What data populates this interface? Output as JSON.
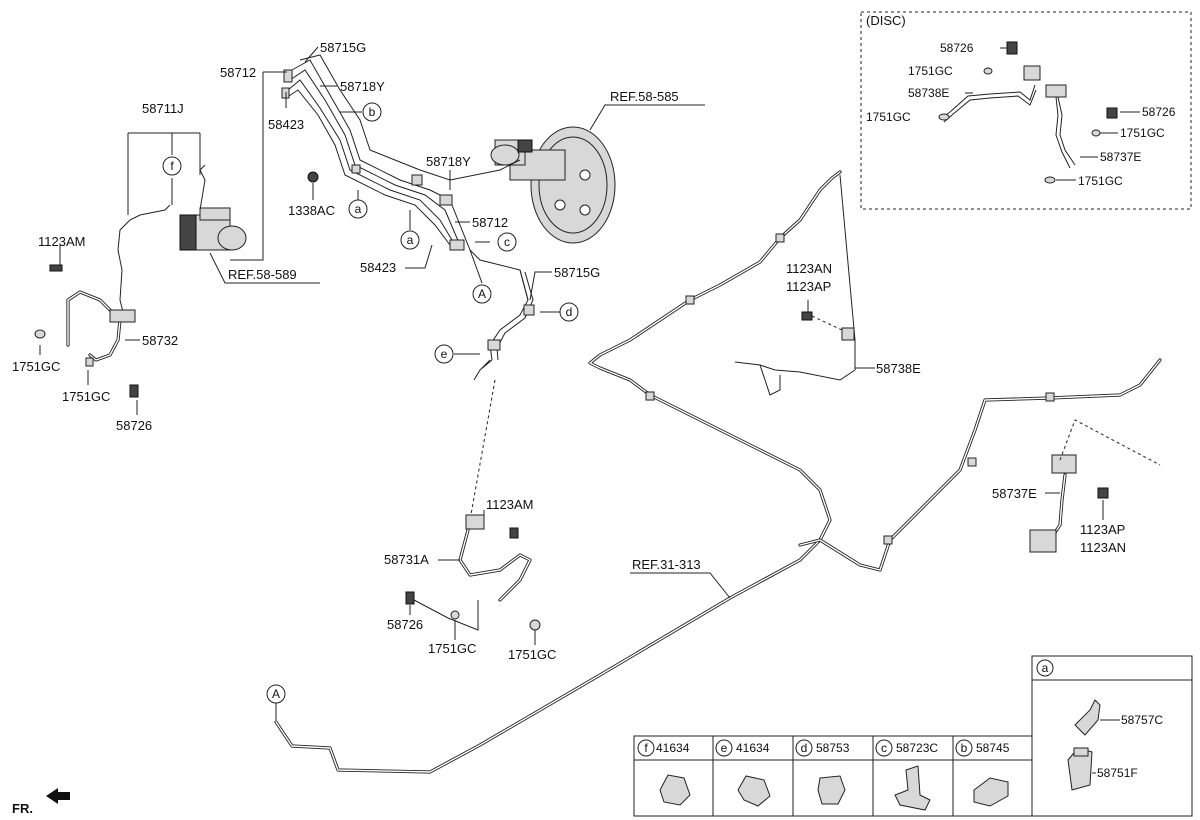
{
  "labels": {
    "p58715G_top": "58715G",
    "p58712_top": "58712",
    "p58718Y_top": "58718Y",
    "p58423_top": "58423",
    "p58711J": "58711J",
    "ref58585": "REF.58-585",
    "p58718Y_mid": "58718Y",
    "p1338AC": "1338AC",
    "p58712_mid": "58712",
    "p1123AM_left": "1123AM",
    "ref58589": "REF.58-589",
    "p58423_mid": "58423",
    "p58715G_mid": "58715G",
    "p58732": "58732",
    "p1751GC_l1": "1751GC",
    "p1751GC_l2": "1751GC",
    "p58726_left": "58726",
    "p1123AN_mid": "1123AN",
    "p1123AP_mid": "1123AP",
    "p58738E_mid": "58738E",
    "p1123AM_low": "1123AM",
    "p58731A": "58731A",
    "p58726_low": "58726",
    "p1751GC_low1": "1751GC",
    "p1751GC_low2": "1751GC",
    "ref31313": "REF.31-313",
    "p58737E_right": "58737E",
    "p1123AP_right": "1123AP",
    "p1123AN_right": "1123AN",
    "fr": "FR."
  },
  "callouts": {
    "a1": "a",
    "a2": "a",
    "b": "b",
    "c": "c",
    "d": "d",
    "e": "e",
    "f": "f",
    "A1": "A",
    "A2": "A"
  },
  "disc_box": {
    "title": "(DISC)",
    "p58726_a": "58726",
    "p1751GC_a": "1751GC",
    "p58738E": "58738E",
    "p1751GC_b": "1751GC",
    "p58726_b": "58726",
    "p1751GC_c": "1751GC",
    "p58737E": "58737E",
    "p1751GC_d": "1751GC"
  },
  "legend_a": {
    "key": "a",
    "p58757C": "58757C",
    "p58751F": "58751F"
  },
  "legend_row": [
    {
      "key": "f",
      "part": "41634"
    },
    {
      "key": "e",
      "part": "41634"
    },
    {
      "key": "d",
      "part": "58753"
    },
    {
      "key": "c",
      "part": "58723C"
    },
    {
      "key": "b",
      "part": "58745"
    }
  ]
}
